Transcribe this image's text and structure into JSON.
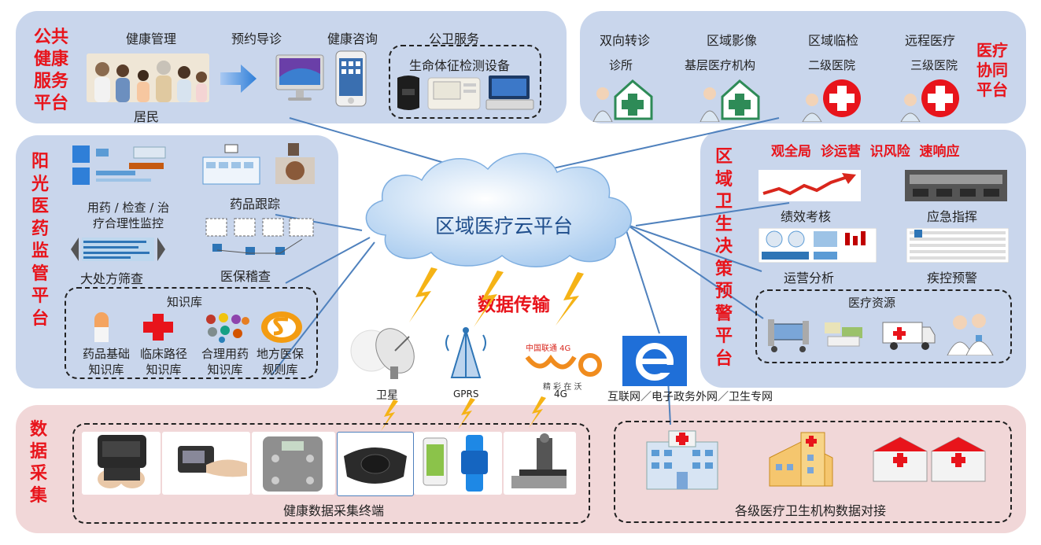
{
  "public_health": {
    "title": "公共\n健康\n服务\n平台",
    "items": [
      "健康管理",
      "预约导诊",
      "健康咨询",
      "公卫服务"
    ],
    "resident": "居民",
    "devices_label": "生命体征检测设备"
  },
  "medical_collab": {
    "title": "医疗\n协同\n平台",
    "items": [
      "双向转诊",
      "区域影像",
      "区域临检",
      "远程医疗"
    ],
    "levels": [
      "诊所",
      "基层医疗机构",
      "二级医院",
      "三级医院"
    ]
  },
  "sunshine": {
    "title": "阳\n光\n医\n药\n监\n管\n平\n台",
    "rational_monitor": "用药 / 检查 / 治\n疗合理性监控",
    "drug_tracking": "药品跟踪",
    "big_rx": "大处方筛查",
    "insurance_audit": "医保稽查",
    "kb_title": "知识库",
    "kb_items": [
      "药品基础\n知识库",
      "临床路径\n知识库",
      "合理用药\n知识库",
      "地方医保\n规则库"
    ]
  },
  "decision": {
    "title": "区\n域\n卫\n生\n决\n策\n预\n警\n平\n台",
    "slogan": "观全局  诊运营  识风险  速响应",
    "items": [
      "绩效考核",
      "应急指挥",
      "运营分析",
      "疾控预警"
    ],
    "resources": "医疗资源"
  },
  "cloud": {
    "label": "区域医疗云平台"
  },
  "transmission": {
    "label": "数据传输"
  },
  "network": {
    "satellite": "卫星",
    "gprs": "GPRS",
    "unicom_top": "中国联通 4G",
    "unicom_bottom": "精 彩 在 沃",
    "fourg": "4G",
    "internet": "互联网／电子政务外网／卫生专网"
  },
  "collection": {
    "title": "数\n据\n采\n集",
    "terminals": "健康数据采集终端",
    "institutions": "各级医疗卫生机构数据对接"
  },
  "colors": {
    "accent_red": "#e8141b",
    "panel_blue": "#c9d6ec",
    "panel_pink": "#f1d7d8",
    "link_blue": "#4f81bd"
  }
}
